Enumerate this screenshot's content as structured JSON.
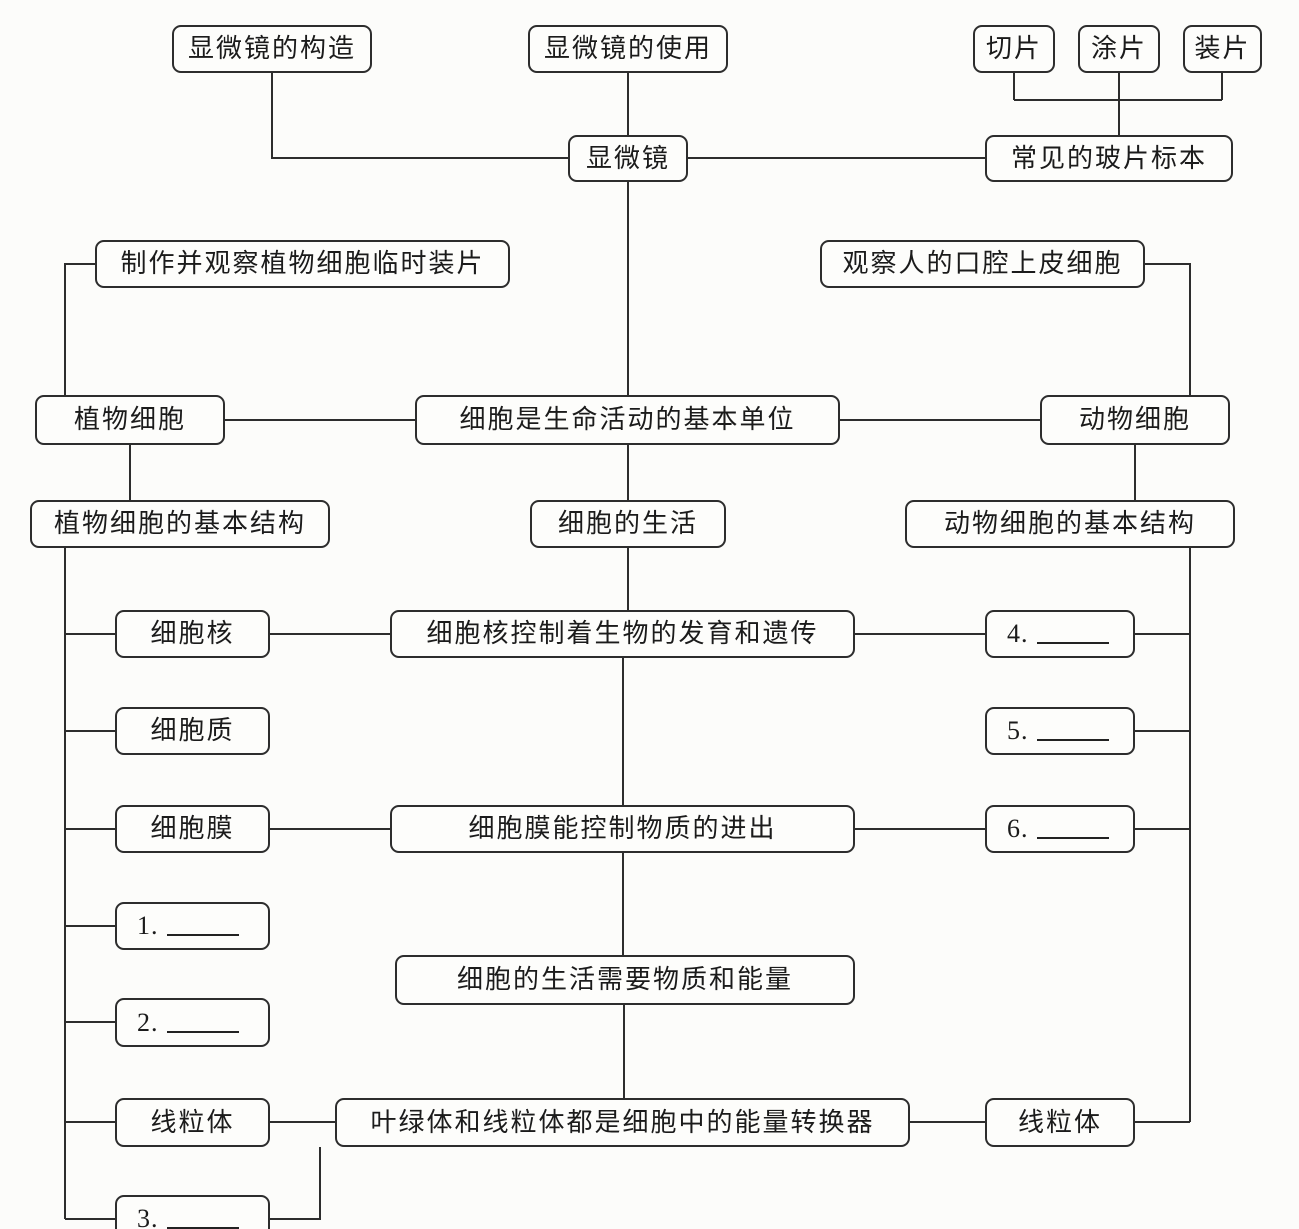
{
  "nodes": {
    "microscope_structure": {
      "label": "显微镜的构造"
    },
    "microscope_use": {
      "label": "显微镜的使用"
    },
    "slice": {
      "label": "切片"
    },
    "smear": {
      "label": "涂片"
    },
    "mount": {
      "label": "装片"
    },
    "microscope": {
      "label": "显微镜"
    },
    "common_slides": {
      "label": "常见的玻片标本"
    },
    "make_plant_slide": {
      "label": "制作并观察植物细胞临时装片"
    },
    "observe_oral": {
      "label": "观察人的口腔上皮细胞"
    },
    "plant_cell": {
      "label": "植物细胞"
    },
    "cell_basic_unit": {
      "label": "细胞是生命活动的基本单位"
    },
    "animal_cell": {
      "label": "动物细胞"
    },
    "plant_cell_structure": {
      "label": "植物细胞的基本结构"
    },
    "cell_life": {
      "label": "细胞的生活"
    },
    "animal_cell_structure": {
      "label": "动物细胞的基本结构"
    },
    "nucleus": {
      "label": "细胞核"
    },
    "nucleus_fact": {
      "label": "细胞核控制着生物的发育和遗传"
    },
    "blank4": {
      "prefix": "4."
    },
    "cytoplasm": {
      "label": "细胞质"
    },
    "blank5": {
      "prefix": "5."
    },
    "membrane": {
      "label": "细胞膜"
    },
    "membrane_fact": {
      "label": "细胞膜能控制物质的进出"
    },
    "blank6": {
      "prefix": "6."
    },
    "blank1": {
      "prefix": "1."
    },
    "cell_needs_fact": {
      "label": "细胞的生活需要物质和能量"
    },
    "blank2": {
      "prefix": "2."
    },
    "mitochondria_left": {
      "label": "线粒体"
    },
    "energy_fact": {
      "label": "叶绿体和线粒体都是细胞中的能量转换器"
    },
    "mitochondria_right": {
      "label": "线粒体"
    },
    "blank3": {
      "prefix": "3."
    }
  },
  "edges": [
    [
      "microscope_structure",
      "microscope"
    ],
    [
      "microscope_use",
      "microscope"
    ],
    [
      "slice",
      "common_slides"
    ],
    [
      "smear",
      "common_slides"
    ],
    [
      "mount",
      "common_slides"
    ],
    [
      "microscope",
      "common_slides"
    ],
    [
      "microscope",
      "cell_basic_unit"
    ],
    [
      "make_plant_slide",
      "plant_cell"
    ],
    [
      "observe_oral",
      "animal_cell"
    ],
    [
      "plant_cell",
      "cell_basic_unit"
    ],
    [
      "cell_basic_unit",
      "animal_cell"
    ],
    [
      "plant_cell",
      "plant_cell_structure"
    ],
    [
      "cell_basic_unit",
      "cell_life"
    ],
    [
      "animal_cell",
      "animal_cell_structure"
    ],
    [
      "plant_cell_structure",
      "nucleus"
    ],
    [
      "plant_cell_structure",
      "cytoplasm"
    ],
    [
      "plant_cell_structure",
      "membrane"
    ],
    [
      "plant_cell_structure",
      "blank1"
    ],
    [
      "plant_cell_structure",
      "blank2"
    ],
    [
      "plant_cell_structure",
      "mitochondria_left"
    ],
    [
      "plant_cell_structure",
      "blank3"
    ],
    [
      "animal_cell_structure",
      "blank4"
    ],
    [
      "animal_cell_structure",
      "blank5"
    ],
    [
      "animal_cell_structure",
      "blank6"
    ],
    [
      "animal_cell_structure",
      "mitochondria_right"
    ],
    [
      "cell_life",
      "nucleus_fact"
    ],
    [
      "nucleus",
      "nucleus_fact"
    ],
    [
      "nucleus_fact",
      "blank4"
    ],
    [
      "nucleus_fact",
      "membrane_fact"
    ],
    [
      "membrane",
      "membrane_fact"
    ],
    [
      "membrane_fact",
      "blank6"
    ],
    [
      "membrane_fact",
      "cell_needs_fact"
    ],
    [
      "cell_needs_fact",
      "energy_fact"
    ],
    [
      "mitochondria_left",
      "energy_fact"
    ],
    [
      "energy_fact",
      "mitochondria_right"
    ],
    [
      "blank3",
      "energy_fact"
    ]
  ],
  "colors": {
    "line": "#2d2d2d",
    "box_border": "#2d2d2d",
    "background": "#fcfcfa",
    "text": "#1b1b1b"
  }
}
